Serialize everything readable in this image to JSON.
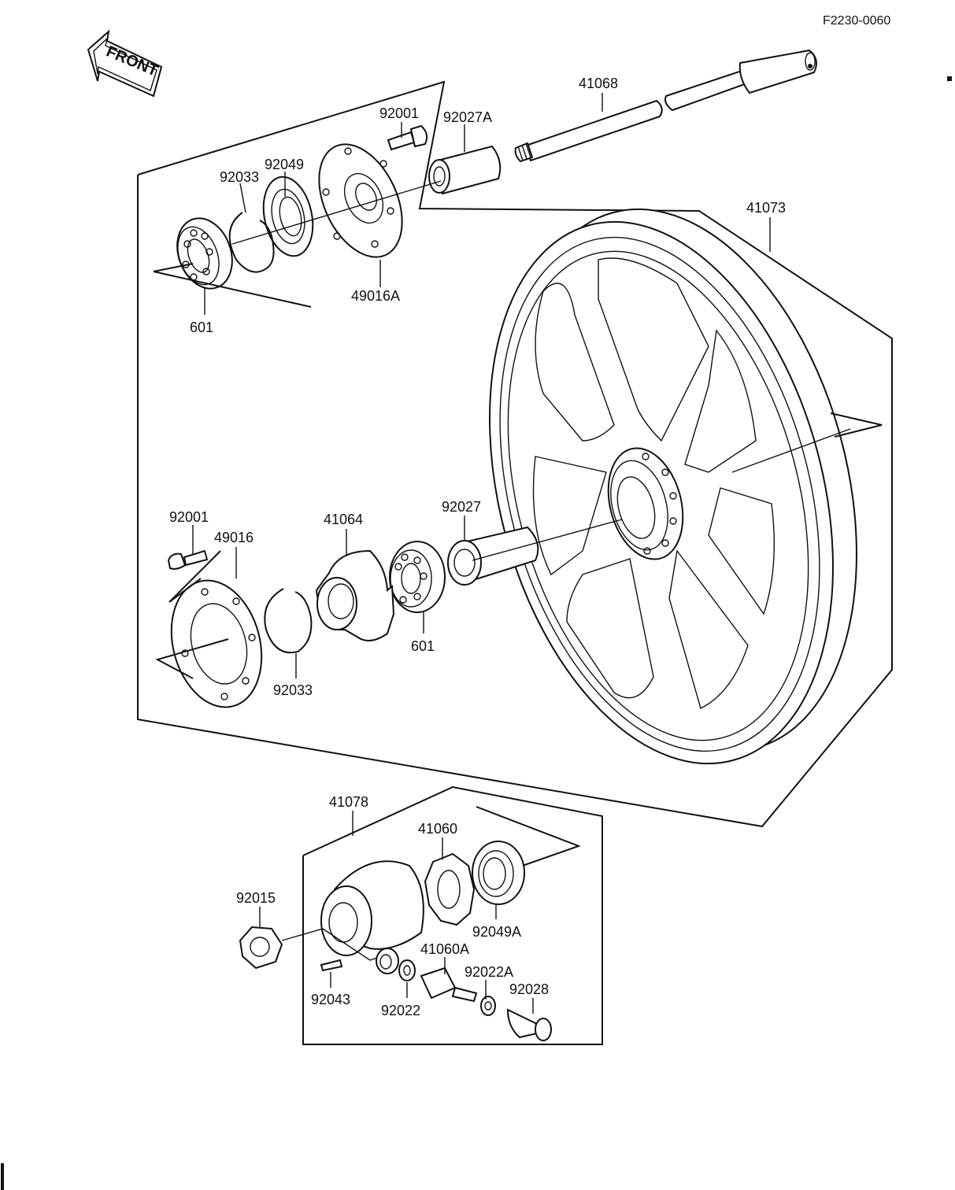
{
  "drawing_code": "F2230-0060",
  "front_label": "FRONT",
  "parts": {
    "p41068": "41068",
    "p92027A": "92027A",
    "p92001_top": "92001",
    "p92049": "92049",
    "p92033_top": "92033",
    "p49016A": "49016A",
    "p601_top": "601",
    "p41073": "41073",
    "p92001_left": "92001",
    "p49016": "49016",
    "p41064": "41064",
    "p92027": "92027",
    "p601_mid": "601",
    "p92033_bottom": "92033",
    "p41078": "41078",
    "p41060": "41060",
    "p92015": "92015",
    "p92049A": "92049A",
    "p41060A": "41060A",
    "p92022A": "92022A",
    "p92028": "92028",
    "p92043": "92043",
    "p92022": "92022"
  }
}
